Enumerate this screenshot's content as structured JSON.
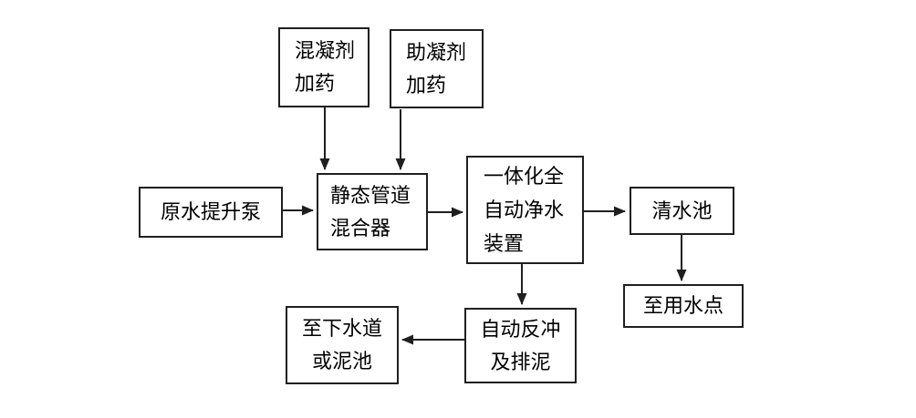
{
  "diagram": {
    "title": "water-treatment-process-flowchart",
    "background_color": "#ffffff",
    "line_color": "#1f1f1f",
    "text_color": "#000000",
    "nodes": {
      "coagulant_dosing": {
        "label": "混凝剂\n加药"
      },
      "coagulant_aid_dosing": {
        "label": "助凝剂\n加药"
      },
      "raw_water_pump": {
        "label": "原水提升泵"
      },
      "static_pipe_mixer": {
        "label": "静态管道\n混合器"
      },
      "integrated_purifier": {
        "label": "一体化全\n自动净水\n装置"
      },
      "clean_water_tank": {
        "label": "清水池"
      },
      "water_use_point": {
        "label": "至用水点"
      },
      "auto_backwash": {
        "label": "自动反冲\n及排泥"
      },
      "sewer_or_sludge": {
        "label": "至下水道\n或泥池"
      }
    },
    "edges": [
      {
        "from": "coagulant_dosing",
        "to": "static_pipe_mixer"
      },
      {
        "from": "coagulant_aid_dosing",
        "to": "static_pipe_mixer"
      },
      {
        "from": "raw_water_pump",
        "to": "static_pipe_mixer"
      },
      {
        "from": "static_pipe_mixer",
        "to": "integrated_purifier"
      },
      {
        "from": "integrated_purifier",
        "to": "clean_water_tank"
      },
      {
        "from": "clean_water_tank",
        "to": "water_use_point"
      },
      {
        "from": "integrated_purifier",
        "to": "auto_backwash"
      },
      {
        "from": "auto_backwash",
        "to": "sewer_or_sludge"
      }
    ]
  }
}
